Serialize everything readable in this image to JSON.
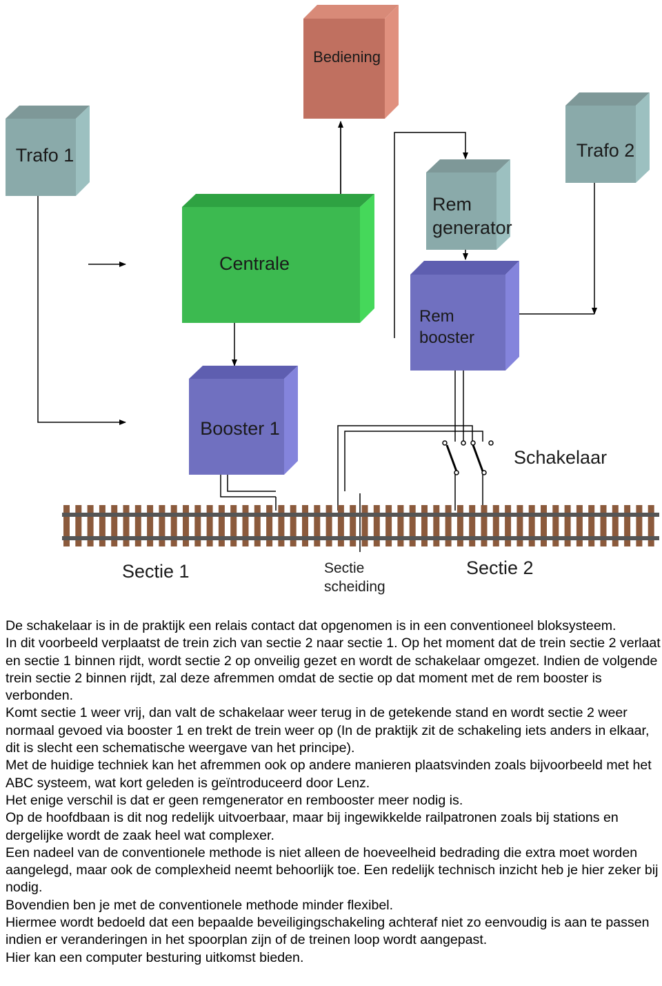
{
  "diagram": {
    "boxes": {
      "bediening": "Bediening",
      "trafo1": "Trafo 1",
      "trafo2": "Trafo 2",
      "centrale": "Centrale",
      "rem_generator_1": "Rem",
      "rem_generator_2": "generator",
      "rem_booster_1": "Rem",
      "rem_booster_2": "booster",
      "booster1": "Booster 1"
    },
    "labels": {
      "schakelaar": "Schakelaar",
      "sectie1": "Sectie 1",
      "sectie2": "Sectie 2",
      "scheiding_1": "Sectie",
      "scheiding_2": "scheiding"
    },
    "colors": {
      "bediening": "#c07060",
      "trafo": "#8aaaaa",
      "centrale": "#3cba50",
      "booster": "#7070c0",
      "rail": "#555555",
      "sleeper": "#8b5a3c"
    }
  },
  "paragraphs": [
    "De schakelaar is in de praktijk een relais contact dat opgenomen is in een conventioneel bloksysteem.",
    "In dit voorbeeld verplaatst de trein zich van sectie 2 naar sectie 1. Op het moment dat de trein sectie 2 verlaat en sectie 1 binnen rijdt, wordt sectie 2 op onveilig gezet en wordt de schakelaar omgezet. Indien de volgende trein sectie 2 binnen rijdt, zal deze afremmen omdat de sectie op dat moment met de rem booster is verbonden.",
    "Komt sectie 1 weer vrij, dan valt de schakelaar weer terug in de getekende stand en wordt sectie 2 weer normaal gevoed via booster 1 en trekt de trein weer op (In de praktijk zit de schakeling iets anders in elkaar, dit is slecht een schematische weergave van het principe).",
    "Met de huidige techniek kan het afremmen ook op andere manieren plaatsvinden zoals bijvoorbeeld met het ABC systeem, wat kort geleden is geïntroduceerd door Lenz.",
    "Het enige verschil is dat er geen remgenerator en rembooster meer nodig is.",
    "Op de hoofdbaan is dit nog redelijk uitvoerbaar, maar bij ingewikkelde railpatronen zoals bij stations en dergelijke wordt de zaak heel wat complexer.",
    "Een nadeel van de conventionele methode is niet alleen de hoeveelheid bedrading die extra moet worden aangelegd, maar ook de complexheid neemt behoorlijk toe. Een redelijk technisch inzicht heb je hier zeker bij nodig.",
    "Bovendien ben je met de conventionele methode minder flexibel.",
    "Hiermee wordt bedoeld dat een bepaalde beveiligingschakeling achteraf niet zo eenvoudig is aan te passen indien er veranderingen in het spoorplan zijn of de treinen loop wordt aangepast.",
    "Hier kan een computer besturing uitkomst bieden."
  ]
}
